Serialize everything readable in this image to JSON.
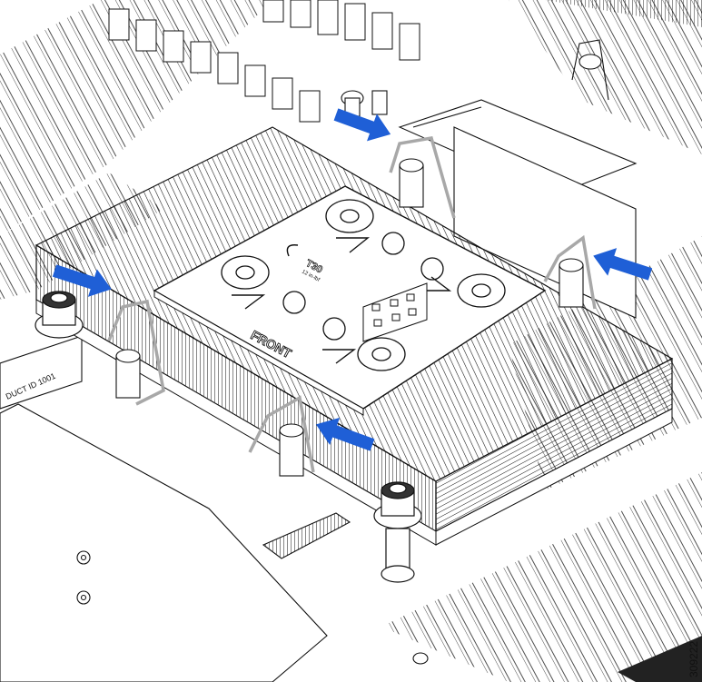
{
  "figure": {
    "id": "309222",
    "labels": {
      "front": "FRONT",
      "torx": "T30",
      "torque": "12 in-lbf",
      "duct": "DUCT ID 1001"
    }
  },
  "arrows": [
    {
      "name": "arrow-top",
      "direction": "right"
    },
    {
      "name": "arrow-left",
      "direction": "right"
    },
    {
      "name": "arrow-right",
      "direction": "left"
    },
    {
      "name": "arrow-bottom",
      "direction": "left"
    }
  ],
  "colors": {
    "arrow": "#1f5fd6",
    "line": "#111111",
    "lever": "#a8a8a8",
    "fill": "#ffffff"
  }
}
